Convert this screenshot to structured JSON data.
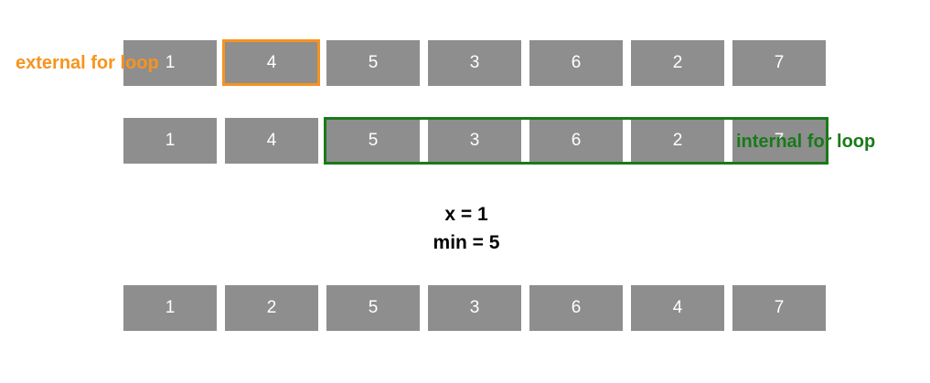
{
  "rows": [
    {
      "cells": [
        "1",
        "4",
        "5",
        "3",
        "6",
        "2",
        "7"
      ]
    },
    {
      "cells": [
        "1",
        "4",
        "5",
        "3",
        "6",
        "2",
        "7"
      ]
    },
    {
      "cells": [
        "1",
        "2",
        "5",
        "3",
        "6",
        "4",
        "7"
      ]
    }
  ],
  "labels": {
    "external": "external for loop",
    "internal": "internal for loop"
  },
  "state": {
    "x_line": "x = 1",
    "min_line": "min = 5"
  },
  "colors": {
    "cell_fill": "#8e8e8e",
    "cell_text": "#ffffff",
    "external_highlight": "#f7931e",
    "internal_highlight": "#197a19"
  }
}
